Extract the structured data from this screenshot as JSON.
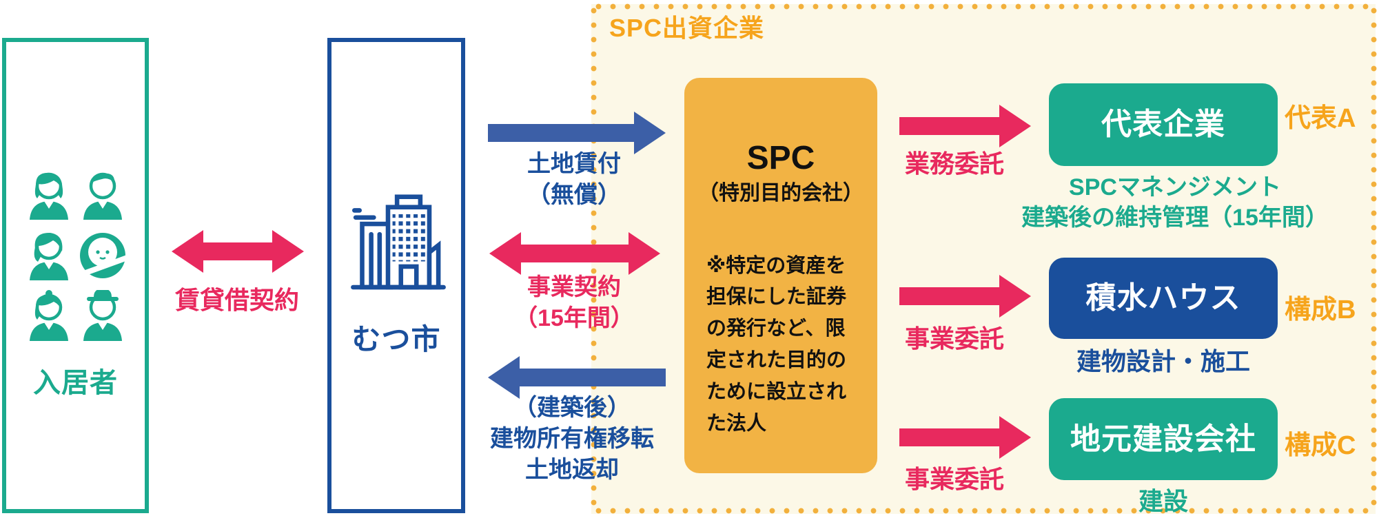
{
  "residents": {
    "label": "入居者"
  },
  "city": {
    "label": "むつ市"
  },
  "arrows": {
    "lease": {
      "label": "賃貸借契約"
    },
    "land": {
      "line1": "土地賃付",
      "line2": "（無償）"
    },
    "contract": {
      "line1": "事業契約",
      "line2": "（15年間）"
    },
    "transfer": {
      "line1": "（建築後）",
      "line2": "建物所有権移転",
      "line3": "土地返却"
    },
    "gyomu": {
      "label": "業務委託"
    },
    "jigyo1": {
      "label": "事業委託"
    },
    "jigyo2": {
      "label": "事業委託"
    }
  },
  "spc_area": {
    "title": "SPC出資企業"
  },
  "spc": {
    "title": "SPC",
    "subtitle": "（特別目的会社）",
    "note": "※特定の資産を担保にした証券の発行など、限定された目的のために設立された法人"
  },
  "partners": [
    {
      "name": "代表企業",
      "tag": "代表A",
      "desc1": "SPCマネンジメント",
      "desc2": "建築後の維持管理（15年間）"
    },
    {
      "name": "積水ハウス",
      "tag": "構成B",
      "desc1": "建物設計・施工"
    },
    {
      "name": "地元建設会社",
      "tag": "構成C",
      "desc1": "建設"
    }
  ],
  "icons": {
    "residents_people": [
      "woman",
      "man",
      "mother",
      "baby",
      "grandma",
      "grandpa"
    ],
    "city_building": "city-hall-building"
  },
  "colors": {
    "teal": "#1BAA8E",
    "navy": "#1A4F9C",
    "arrow_blue": "#3C5FA7",
    "red": "#E8295E",
    "spc_orange": "#F2B344",
    "label_orange": "#F6A41C",
    "cream_bg": "#FCF8E7"
  }
}
